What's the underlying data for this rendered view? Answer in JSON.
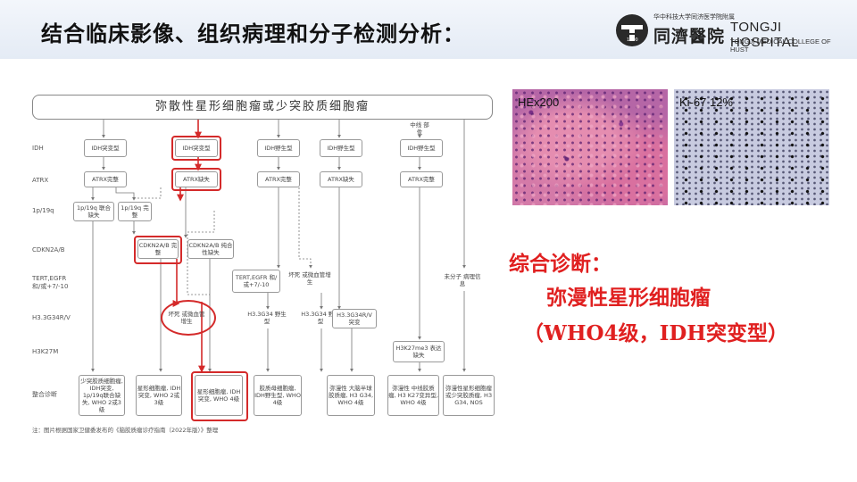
{
  "slide": {
    "title": "结合临床影像、组织病理和分子检测分析：",
    "accent_color": "#e02020"
  },
  "logo": {
    "top_text": "华中科技大学同济医学院附属",
    "cn_name": "同濟醫院",
    "en_name": "TONGJI HOSPITAL",
    "en_sub": "TONGJI MEDICAL COLLEGE OF HUST",
    "year": "1900",
    "icon": "tongji-emblem-icon"
  },
  "flowchart": {
    "title": "弥散性星形细胞瘤或少突胶质细胞瘤",
    "row_labels": {
      "idh": "IDH",
      "atrx": "ATRX",
      "codel": "1p/19q",
      "cdkn": "CDKN2A/B",
      "tert": "TERT,EGFR 和/或+7/-10",
      "h3g34": "H3.3G34R/V",
      "h3k27": "H3K27M",
      "integrated": "整合诊断"
    },
    "midline": "中线 部位",
    "idh_row": [
      "IDH突变型",
      "IDH突变型",
      "IDH野生型",
      "IDH野生型",
      "IDH野生型"
    ],
    "atrx_row": [
      "ATRX完整",
      "ATRX缺失",
      "ATRX完整",
      "ATRX缺失",
      "ATRX完整"
    ],
    "codel_row": [
      "1p/19q 联合缺失",
      "1p/19q 完整"
    ],
    "cdkn_row": [
      "CDKN2A/B 完整",
      "CDKN2A/B 纯合性缺失"
    ],
    "tert_node": "TERT,EGFR 和/或+7/-10",
    "necrosis_node": "坏死 或微血管增生",
    "necrosis_left": "坏死 或微血管增生",
    "no_molecular": "未分子 病理信息",
    "h3_row": [
      "H3.3G34 野生型",
      "H3.3G34 野生型",
      "H3.3G34R/V 突变"
    ],
    "h3k27_node": "H3K27me3 表达缺失",
    "diagnoses": [
      "少突胶质细胞瘤, IDH突变, 1p/19q联合缺失, WHO 2或3级",
      "星形细胞瘤, IDH突变, WHO 2或3级",
      "星形细胞瘤, IDH突变, WHO 4级",
      "胶质母细胞瘤, IDH野生型, WHO 4级",
      "弥漫性 大脑半球胶质瘤, H3 G34, WHO 4级",
      "弥漫性 中线胶质瘤, H3 K27变异型, WHO 4级",
      "弥漫性星形细胞瘤或少突胶质瘤, H3 G34, NOS"
    ],
    "footnote": "注：图片根据国家卫健委发布的《脑胶质瘤诊疗指南（2022年版）》整理",
    "highlight_color": "#d42a2a"
  },
  "images": {
    "he_label": "HEx200",
    "ki67_label": "Ki-67 12%"
  },
  "diagnosis": {
    "heading": "综合诊断：",
    "line1": "弥漫性星形细胞瘤",
    "line2": "（WHO4级，IDH突变型）"
  }
}
